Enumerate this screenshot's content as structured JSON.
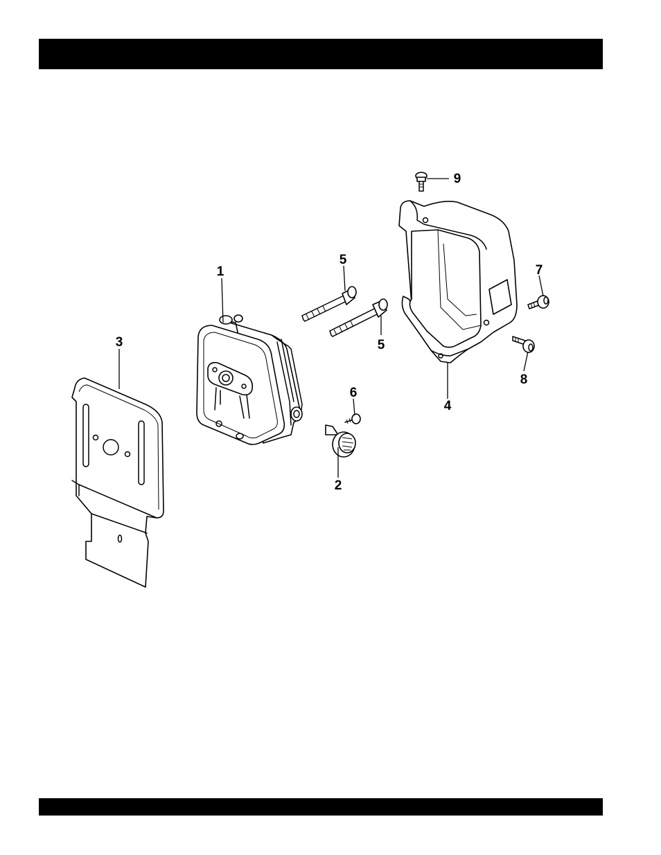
{
  "header_bar": {
    "text": ""
  },
  "footer_bar": {
    "text": ""
  },
  "diagram": {
    "parts": [
      {
        "id": "part-1",
        "callout": "1",
        "depicts": "muffler"
      },
      {
        "id": "part-2",
        "callout": "2",
        "depicts": "spark arrester cap"
      },
      {
        "id": "part-3",
        "callout": "3",
        "depicts": "muffler bracket plate"
      },
      {
        "id": "part-4",
        "callout": "4",
        "depicts": "muffler protector cover"
      },
      {
        "id": "part-5a",
        "callout": "5",
        "depicts": "bolt"
      },
      {
        "id": "part-5b",
        "callout": "5",
        "depicts": "bolt"
      },
      {
        "id": "part-6",
        "callout": "6",
        "depicts": "tapping screw"
      },
      {
        "id": "part-7",
        "callout": "7",
        "depicts": "flange bolt"
      },
      {
        "id": "part-8",
        "callout": "8",
        "depicts": "flange bolt"
      },
      {
        "id": "part-9",
        "callout": "9",
        "depicts": "flange bolt"
      }
    ]
  }
}
